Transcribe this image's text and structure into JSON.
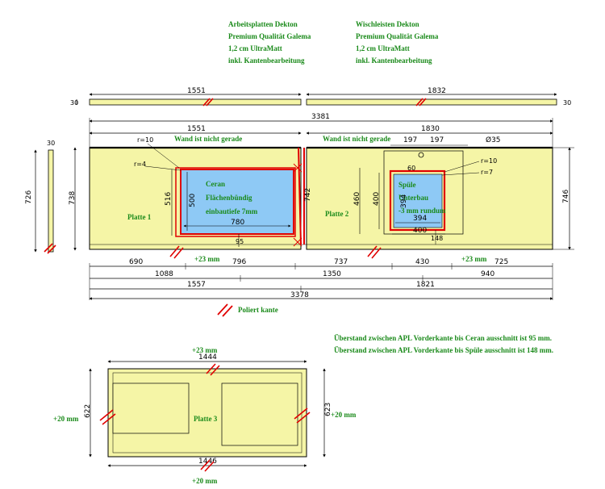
{
  "header": {
    "left": [
      "Arbeitsplatten Dekton",
      "Premium Qualität Galema",
      "1,2 cm UltraMatt",
      "inkl. Kantenbearbeitung"
    ],
    "right": [
      "Wischleisten Dekton",
      "Premium Qualität Galema",
      "1,2 cm UltraMatt",
      "inkl. Kantenbearbeitung"
    ]
  },
  "backsplash": {
    "left_len": "1551",
    "right_len": "1832",
    "height": "30"
  },
  "plan": {
    "total_top": "3381",
    "left_top": "1551",
    "right_top": "1830",
    "wall_note_left": "Wand ist nicht gerade",
    "wall_note_right": "Wand ist nicht gerade",
    "side_left_outer": "726",
    "side_left_inner": "738",
    "side_left_strip": "30",
    "side_right": "746",
    "plate1": "Platte 1",
    "plate2": "Platte 2",
    "ceran_text": [
      "Ceran",
      "Flächenbündig",
      "einbautiefe 7mm"
    ],
    "ceran_w": "780",
    "ceran_h": "500",
    "ceran_outer_h": "516",
    "ceran_r_outer": "r=10",
    "ceran_r_inner": "r=4",
    "joint_h": "742",
    "sink_text": [
      "Spüle",
      "Unterbau",
      "-3 mm rundum"
    ],
    "sink_w": "394",
    "sink_w2": "400",
    "sink_h": "394",
    "sink_h2": "400",
    "sink_h3": "460",
    "sink_r_outer": "r=10",
    "sink_r_inner": "r=7",
    "tap": "Ø35",
    "tap_off1": "197",
    "tap_off2": "197",
    "sink_small1": "60",
    "sink_small2": "148",
    "ceran_gap": "95",
    "overhang": "+23 mm",
    "overhang2": "+23 mm",
    "bot1": [
      "690",
      "796",
      "737",
      "430",
      "725"
    ],
    "bot2": [
      "1088",
      "1350",
      "940"
    ],
    "bot3": [
      "1557",
      "1821"
    ],
    "bot_total": "3378"
  },
  "legend": {
    "polished": "Poliert kante"
  },
  "notes": [
    "Überstand zwischen APL Vorderkante bis Ceran ausschnitt ist 95 mm.",
    "Überstand zwischen APL Vorderkante bis Spüle ausschnitt ist 148 mm."
  ],
  "plate3": {
    "label": "Platte 3",
    "top": "1444",
    "bottom": "1446",
    "left": "622",
    "right": "623",
    "top_over": "+23 mm",
    "left_over": "+20 mm",
    "right_over": "+20 mm",
    "bottom_over": "+20 mm"
  },
  "colors": {
    "counter": "#f5f5a6",
    "cutout": "#8ec9f5",
    "red": "#e00000",
    "green": "#1a8a1a"
  }
}
